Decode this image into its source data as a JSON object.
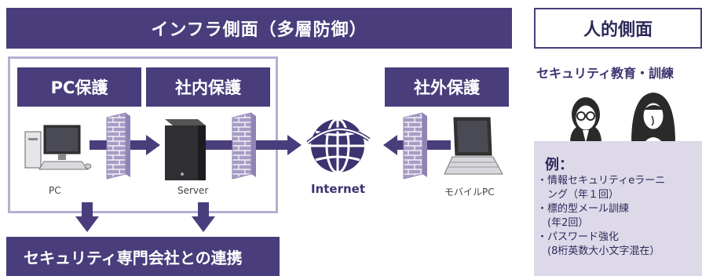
{
  "infrastructure": {
    "title": "インフラ側面（多層防御）",
    "categories": [
      "PC保護",
      "社内保護",
      "社外保護"
    ],
    "nodes": {
      "pc": "PC",
      "server": "Server",
      "internet": "Internet",
      "mobile": "モバイルPC"
    },
    "bottom_label": "セキュリティ専門会社との連携"
  },
  "human": {
    "title": "人的側面",
    "subtitle": "セキュリティ教育・訓練",
    "example_title": "例：",
    "examples": [
      "・情報セキュリティeラーニ",
      "　ング（年１回）",
      "・標的型メール訓練",
      "　(年2回）",
      "・パスワード強化",
      "　(8桁英数大小文字混在）"
    ]
  },
  "colors": {
    "dark_purple": "#4a3d7c",
    "frame_border": "#b6aed2",
    "firewall": "#a79cc6",
    "example_bg": "#ddd9e9"
  }
}
